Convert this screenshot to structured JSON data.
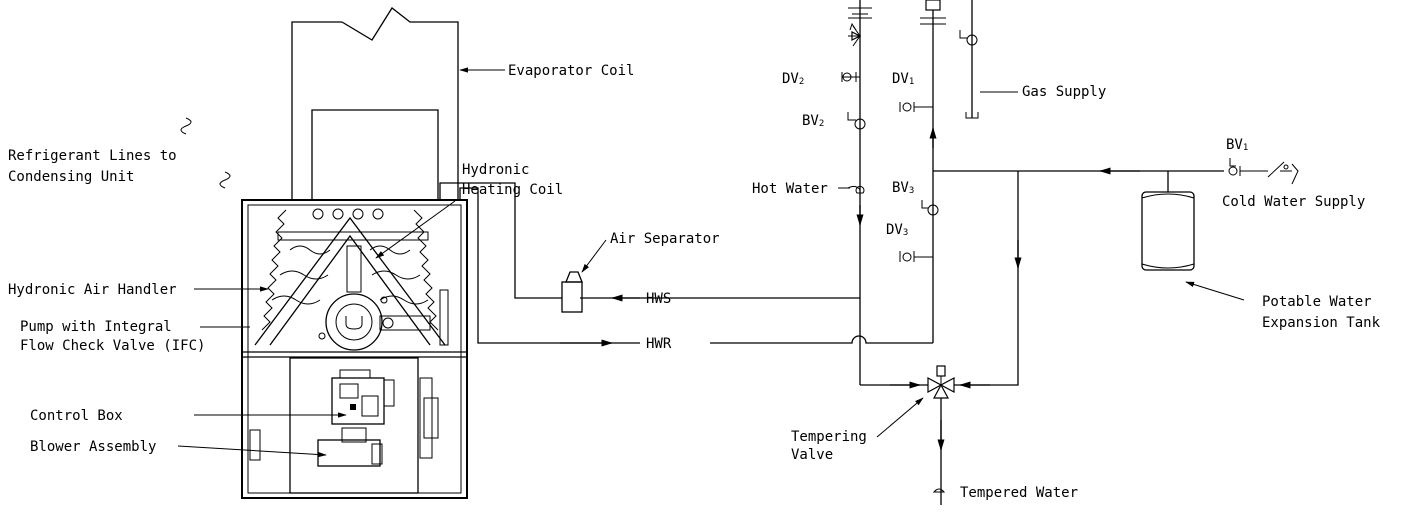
{
  "labels": {
    "evaporator_coil": "Evaporator Coil",
    "refrigerant_lines_1": "Refrigerant Lines to",
    "refrigerant_lines_2": "Condensing Unit",
    "hydronic_heating_coil_1": "Hydronic",
    "hydronic_heating_coil_2": "Heating Coil",
    "air_separator": "Air Separator",
    "hydronic_air_handler": "Hydronic Air Handler",
    "pump_1": "Pump with Integral",
    "pump_2": "Flow Check Valve (IFC)",
    "control_box": "Control Box",
    "blower_assembly": "Blower Assembly",
    "hws": "HWS",
    "hwr": "HWR",
    "hot_water": "Hot Water",
    "gas_supply": "Gas Supply",
    "cold_water_supply": "Cold Water Supply",
    "potable_tank_1": "Potable Water",
    "potable_tank_2": "Expansion Tank",
    "tempering_valve_1": "Tempering",
    "tempering_valve_2": "Valve",
    "tempered_water": "Tempered Water"
  },
  "valves": {
    "dv2": {
      "base": "DV",
      "sub": "2"
    },
    "dv1": {
      "base": "DV",
      "sub": "1"
    },
    "bv2": {
      "base": "BV",
      "sub": "2"
    },
    "bv1": {
      "base": "BV",
      "sub": "1"
    },
    "bv3": {
      "base": "BV",
      "sub": "3"
    },
    "dv3": {
      "base": "DV",
      "sub": "3"
    }
  }
}
